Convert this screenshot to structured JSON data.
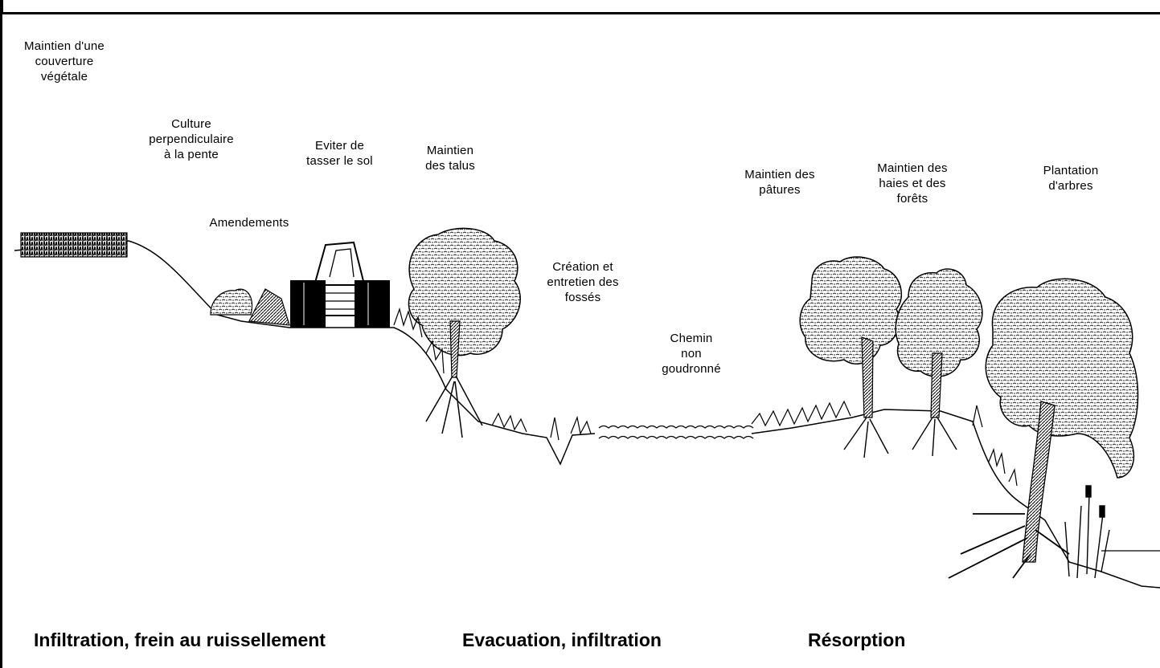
{
  "labels": {
    "couverture": "Maintien d'une\ncouverture\nvégétale",
    "culture": "Culture\nperpendiculaire\nà la pente",
    "eviter": "Eviter de\ntasser le sol",
    "amendements": "Amendements",
    "talus": "Maintien\ndes talus",
    "fosses": "Création et\nentretien des\nfossés",
    "chemin": "Chemin\nnon\ngoudronné",
    "patures": "Maintien des\npâtures",
    "haies": "Maintien des\nhaies et des\nforêts",
    "plantation": "Plantation\nd'arbres"
  },
  "sections": {
    "infiltration": "Infiltration, frein au ruissellement",
    "evacuation": "Evacuation, infiltration",
    "resorption": "Résorption"
  }
}
